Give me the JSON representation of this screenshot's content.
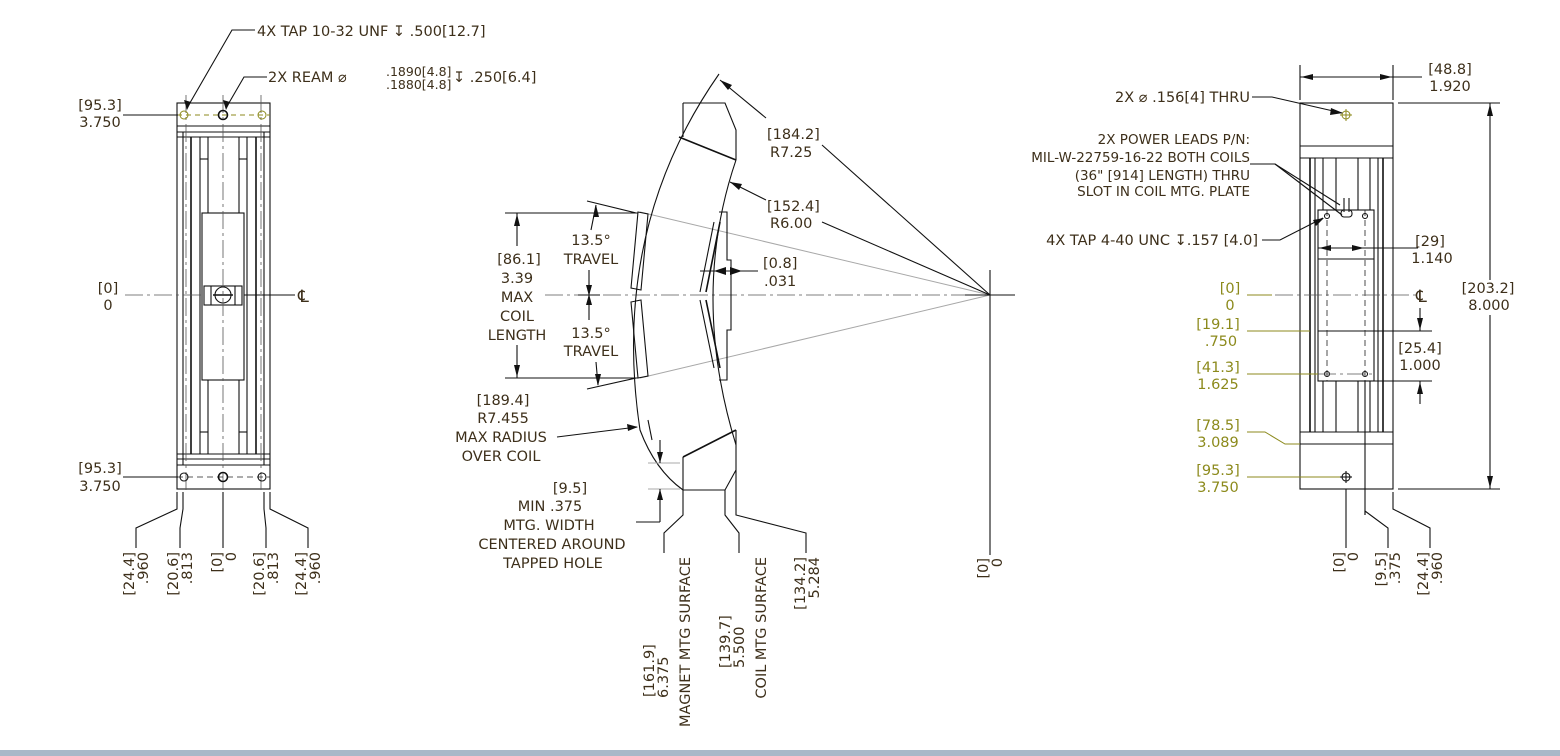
{
  "drawing": {
    "left_view": {
      "callout_tap": "4X TAP 10-32 UNF  ↧ .500[12.7]",
      "callout_ream_prefix": "2X REAM ⌀",
      "callout_ream_upper": ".1890[4.8]",
      "callout_ream_lower": ".1880[4.8]",
      "callout_ream_suffix": "↧ .250[6.4]",
      "dim_top_mm": "[95.3]",
      "dim_top_in": "3.750",
      "dim_center_mm": "[0]",
      "dim_center_in": "0",
      "dim_bottom_mm": "[95.3]",
      "dim_bottom_in": "3.750",
      "centerline_symbol": "℄",
      "bottom_dims": [
        {
          "mm": "[24.4]",
          "in": ".960"
        },
        {
          "mm": "[20.6]",
          "in": ".813"
        },
        {
          "mm": "[0]",
          "in": "0"
        },
        {
          "mm": "[20.6]",
          "in": ".813"
        },
        {
          "mm": "[24.4]",
          "in": ".960"
        }
      ]
    },
    "middle_view": {
      "r_outer_mm": "[184.2]",
      "r_outer_in": "R7.25",
      "r_inner_mm": "[152.4]",
      "r_inner_in": "R6.00",
      "gap_mm": "[0.8]",
      "gap_in": ".031",
      "coil_len_lines": [
        "[86.1]",
        "3.39",
        "MAX",
        "COIL",
        "LENGTH"
      ],
      "travel_upper": [
        "13.5°",
        "TRAVEL"
      ],
      "travel_lower": [
        "13.5°",
        "TRAVEL"
      ],
      "max_radius_lines": [
        "[189.4]",
        "R7.455",
        "MAX RADIUS",
        "OVER COIL"
      ],
      "mtg_width_lines": [
        "[9.5]",
        "MIN  .375",
        "MTG. WIDTH",
        "CENTERED AROUND",
        "TAPPED HOLE"
      ],
      "magnet_surface": {
        "mm": "[161.9]",
        "in": "6.375",
        "label": "MAGNET MTG SURFACE"
      },
      "coil_surface": {
        "mm": "[139.7]",
        "in": "5.500",
        "label": "COIL MTG SURFACE"
      },
      "dim_134": {
        "mm": "[134.2]",
        "in": "5.284"
      },
      "origin": {
        "mm": "[0]",
        "in": "0"
      }
    },
    "right_view": {
      "width_mm": "[48.8]",
      "width_in": "1.920",
      "thru_hole": "2X ⌀ .156[4] THRU",
      "power_leads_lines": [
        "2X POWER LEADS P/N:",
        "MIL-W-22759-16-22 BOTH COILS",
        "(36\" [914] LENGTH) THRU",
        "SLOT IN COIL MTG. PLATE"
      ],
      "tap_440": "4X TAP 4-40 UNC ↧.157 [4.0]",
      "dim_29_mm": "[29]",
      "dim_29_in": "1.140",
      "height_mm": "[203.2]",
      "height_in": "8.000",
      "dim_254_mm": "[25.4]",
      "dim_254_in": "1.000",
      "centerline_symbol": "℄",
      "ordinate_dims": [
        {
          "mm": "[0]",
          "in": "0"
        },
        {
          "mm": "[19.1]",
          "in": ".750"
        },
        {
          "mm": "[41.3]",
          "in": "1.625"
        },
        {
          "mm": "[78.5]",
          "in": "3.089"
        },
        {
          "mm": "[95.3]",
          "in": "3.750"
        }
      ],
      "bottom_dims": [
        {
          "mm": "[0]",
          "in": "0"
        },
        {
          "mm": "[9.5]",
          "in": ".375"
        },
        {
          "mm": "[24.4]",
          "in": ".960"
        }
      ]
    },
    "colors": {
      "text": "#3d2f1a",
      "ordinate_olive": "#8c8a1c",
      "status_bar": "#a9b8c8"
    }
  }
}
